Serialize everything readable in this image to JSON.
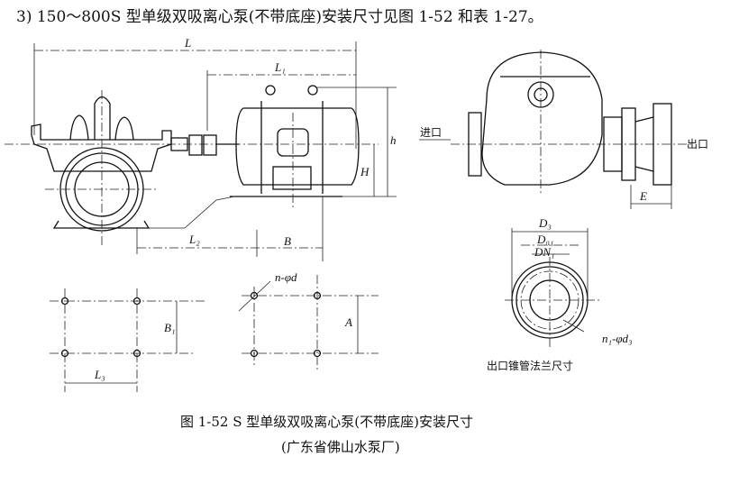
{
  "heading": "3) 150～800S 型单级双吸离心泵(不带底座)安装尺寸见图 1-52 和表 1-27。",
  "labels": {
    "L": "L",
    "L1": "L₁",
    "L2": "L₂",
    "L3": "L₃",
    "B": "B",
    "B1": "B₁",
    "H": "H",
    "h": "h",
    "A": "A",
    "n_phi_d": "n-φd",
    "E": "E",
    "D3": "D₃",
    "D01": "D₀₁",
    "DN1": "DN₁",
    "n1_phi_d3": "n₁-φd₃",
    "inlet": "进口",
    "outlet": "出口"
  },
  "flange_caption": "出口锥管法兰尺寸",
  "caption": {
    "line1": "图 1-52   S 型单级双吸离心泵(不带底座)安装尺寸",
    "line2": "(广东省佛山水泵厂)"
  }
}
